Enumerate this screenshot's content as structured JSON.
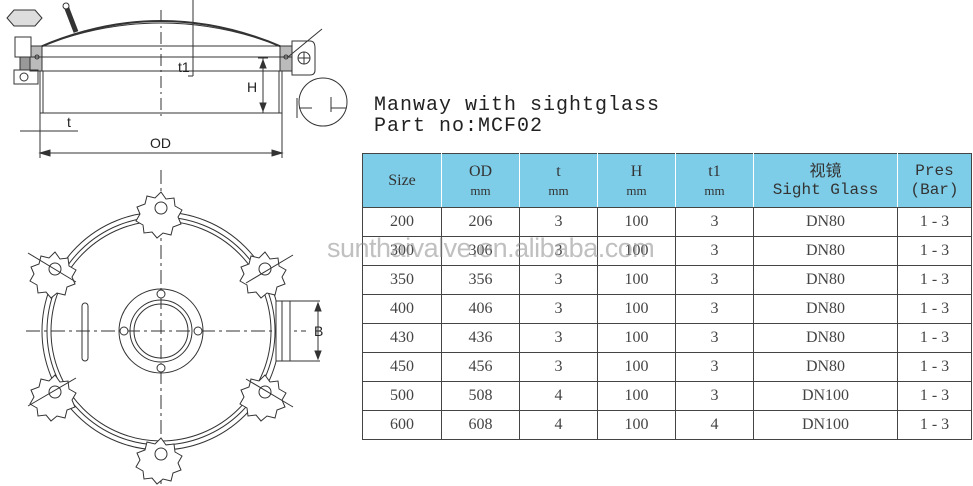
{
  "title": {
    "line1": "Manway with sightglass",
    "line2": "Part no:MCF02"
  },
  "watermark": "sunthaivalve.en.alibaba.com",
  "drawing": {
    "side_view_labels": {
      "t1": "t1",
      "H": "H",
      "t": "t",
      "OD": "OD"
    },
    "top_view_labels": {
      "B": "B"
    }
  },
  "table": {
    "header_color": "#7ecde8",
    "columns": [
      {
        "label": "Size",
        "unit": ""
      },
      {
        "label": "OD",
        "unit": "mm"
      },
      {
        "label": "t",
        "unit": "mm"
      },
      {
        "label": "H",
        "unit": "mm"
      },
      {
        "label": "t1",
        "unit": "mm"
      },
      {
        "label": "视镜",
        "unit": "Sight Glass"
      },
      {
        "label": "Pres",
        "unit": "(Bar)"
      }
    ],
    "rows": [
      [
        "200",
        "206",
        "3",
        "100",
        "3",
        "DN80",
        "1 - 3"
      ],
      [
        "300",
        "306",
        "3",
        "100",
        "3",
        "DN80",
        "1 - 3"
      ],
      [
        "350",
        "356",
        "3",
        "100",
        "3",
        "DN80",
        "1 - 3"
      ],
      [
        "400",
        "406",
        "3",
        "100",
        "3",
        "DN80",
        "1 - 3"
      ],
      [
        "430",
        "436",
        "3",
        "100",
        "3",
        "DN80",
        "1 - 3"
      ],
      [
        "450",
        "456",
        "3",
        "100",
        "3",
        "DN80",
        "1 - 3"
      ],
      [
        "500",
        "508",
        "4",
        "100",
        "3",
        "DN100",
        "1 - 3"
      ],
      [
        "600",
        "608",
        "4",
        "100",
        "4",
        "DN100",
        "1 - 3"
      ]
    ]
  }
}
